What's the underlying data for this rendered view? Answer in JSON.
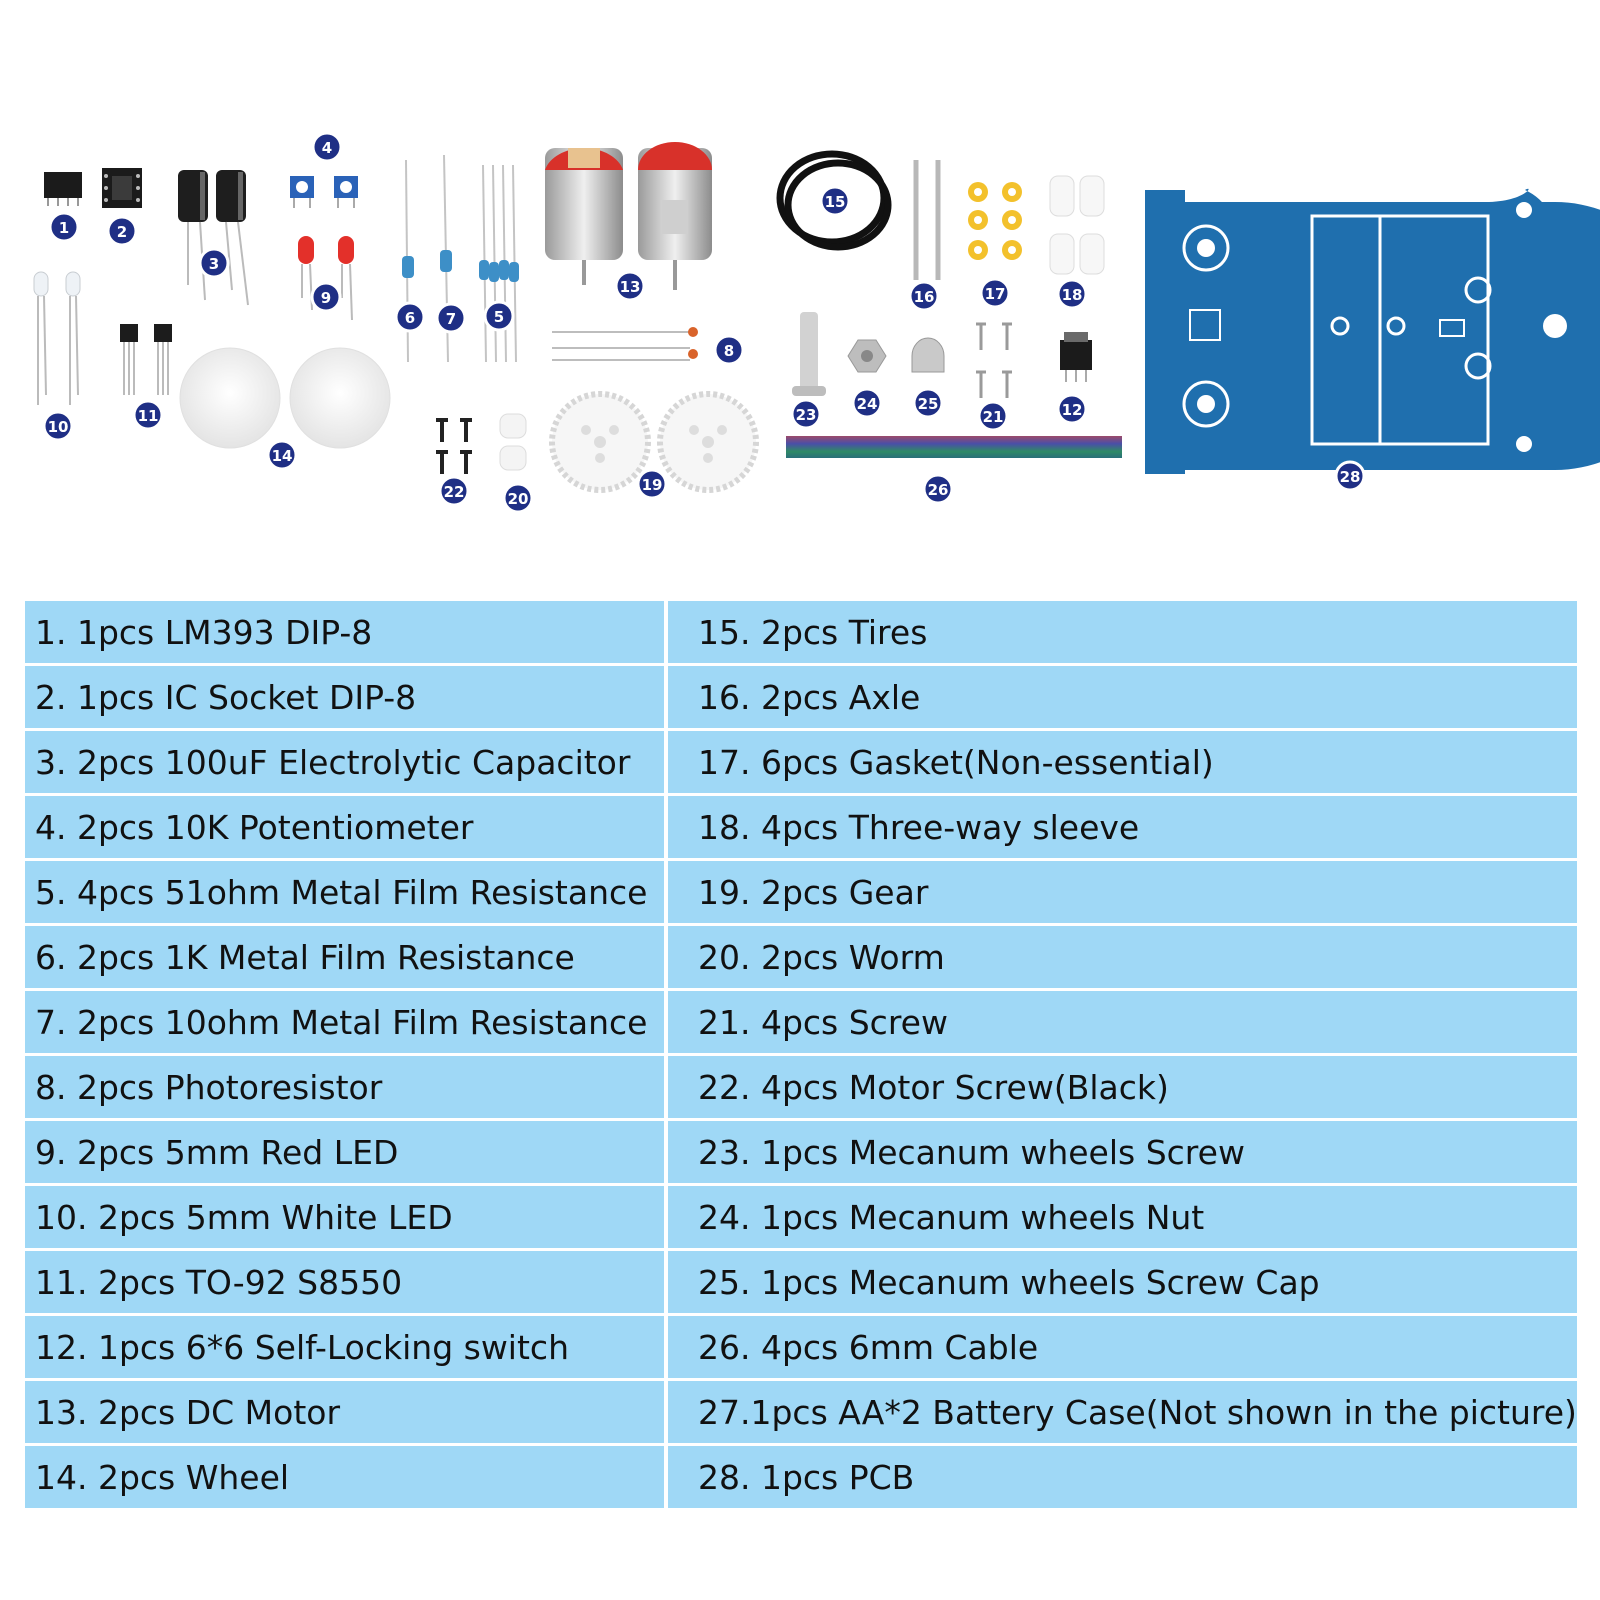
{
  "theme": {
    "table_bg": "#9fd8f6",
    "badge": "#1f2f85",
    "pcb": "#1f6fae",
    "motor_red": "#d8312a"
  },
  "badges": [
    "1",
    "2",
    "3",
    "4",
    "5",
    "6",
    "7",
    "8",
    "9",
    "10",
    "11",
    "12",
    "13",
    "14",
    "15",
    "16",
    "17",
    "18",
    "19",
    "20",
    "21",
    "22",
    "23",
    "24",
    "25",
    "26",
    "28"
  ],
  "parts_left": [
    "1. 1pcs LM393 DIP-8",
    "2. 1pcs IC Socket DIP-8",
    "3. 2pcs 100uF Electrolytic Capacitor",
    "4. 2pcs 10K Potentiometer",
    "5. 4pcs 51ohm Metal Film Resistance",
    "6. 2pcs 1K Metal Film Resistance",
    "7. 2pcs 10ohm Metal Film Resistance",
    "8. 2pcs Photoresistor",
    "9. 2pcs 5mm Red LED",
    "10. 2pcs 5mm White LED",
    "11. 2pcs TO-92 S8550",
    "12. 1pcs 6*6 Self-Locking switch",
    "13. 2pcs DC Motor",
    "14. 2pcs Wheel"
  ],
  "parts_right": [
    "15. 2pcs Tires",
    "16. 2pcs Axle",
    "17. 6pcs Gasket(Non-essential)",
    "18. 4pcs Three-way sleeve",
    "19. 2pcs Gear",
    "20. 2pcs Worm",
    "21. 4pcs Screw",
    "22. 4pcs Motor Screw(Black)",
    "23. 1pcs Mecanum wheels Screw",
    "24. 1pcs Mecanum wheels Nut",
    "25. 1pcs Mecanum wheels Screw Cap",
    "26. 4pcs 6mm Cable",
    "27.1pcs AA*2 Battery Case(Not shown in the picture)",
    "28. 1pcs PCB"
  ]
}
